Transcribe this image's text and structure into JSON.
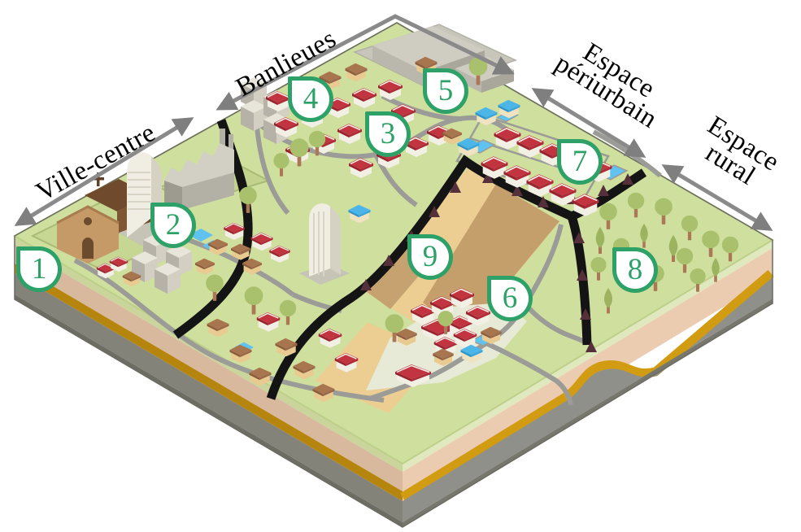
{
  "diagram": {
    "zone_labels": [
      {
        "id": "ville-centre",
        "lines": [
          "Ville-centre"
        ]
      },
      {
        "id": "banlieues",
        "lines": [
          "Banlieues"
        ]
      },
      {
        "id": "espace-periurbain",
        "lines": [
          "Espace",
          "périurbain"
        ]
      },
      {
        "id": "espace-rural",
        "lines": [
          "Espace",
          "rural"
        ]
      }
    ],
    "badges": [
      {
        "n": "1"
      },
      {
        "n": "2"
      },
      {
        "n": "3"
      },
      {
        "n": "4"
      },
      {
        "n": "5"
      },
      {
        "n": "6"
      },
      {
        "n": "7"
      },
      {
        "n": "8"
      },
      {
        "n": "9"
      }
    ],
    "colors": {
      "badge_green": "#2da167",
      "label_black": "#000000",
      "arrow_gray": "#8a8a8a",
      "grass": "#cfdf9d",
      "field_tan": "#ecce93",
      "field_brown": "#c49f6c",
      "soil_pink": "#ecccb1",
      "soil_gold": "#d19c11",
      "soil_gray": "#90908a",
      "road_black": "#141414",
      "road_gray": "#9b9b97",
      "water_blue": "#5fc2ef",
      "roof_red": "#c23440",
      "roof_blue": "#4db6e9",
      "hedge_maroon": "#55303b",
      "tree_green": "#a9c06c"
    }
  }
}
